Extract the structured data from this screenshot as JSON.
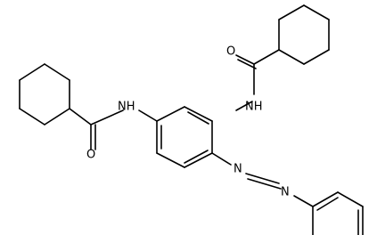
{
  "molecule": {
    "atom_labels": {
      "o_right": "O",
      "nh_right": "NH",
      "nh_left": "NH",
      "o_left": "O",
      "n_upper": "N",
      "n_lower": "N"
    }
  }
}
